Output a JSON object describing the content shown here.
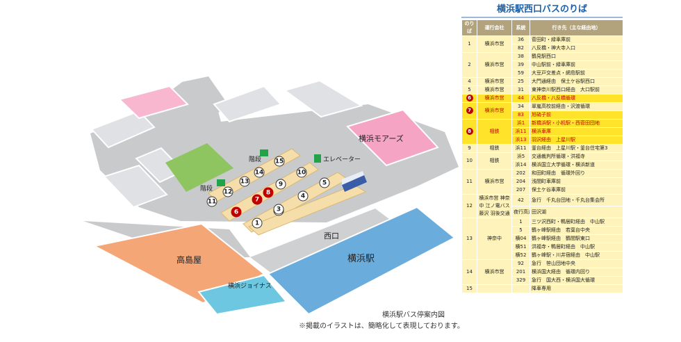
{
  "map": {
    "labels": {
      "moaazu": "横浜モアーズ",
      "elevator": "エレベーター",
      "stairs_a": "階段",
      "stairs_b": "階段",
      "nishiguchi": "西口",
      "takashimaya": "高島屋",
      "yokohama_station": "横浜駅",
      "joinus": "横浜ジョイナス"
    },
    "stops": [
      "1",
      "2",
      "3",
      "4",
      "5",
      "6",
      "7",
      "8",
      "9",
      "10",
      "11",
      "12",
      "13",
      "14",
      "15"
    ],
    "highlighted_stops": [
      "6",
      "7",
      "8"
    ]
  },
  "caption": {
    "line1": "横浜駅バス停案内図",
    "line2": "※掲載のイラストは、簡略化して表現しております。"
  },
  "panel": {
    "title": "横浜駅西口バスのりば",
    "headers": [
      "のりば",
      "運行会社",
      "系統",
      "行き先（主な経由地）"
    ],
    "groups": [
      {
        "berth": "1",
        "operator": "横浜市営",
        "highlight": false,
        "rows": [
          [
            "36",
            "菅田町・緑車庫前"
          ],
          [
            "82",
            "八反橋・神大寺入口"
          ]
        ]
      },
      {
        "berth": "2",
        "operator": "横浜市営",
        "highlight": false,
        "rows": [
          [
            "38",
            "鶴見駅西口"
          ],
          [
            "39",
            "中山駅前・緑車庫前"
          ],
          [
            "59",
            "大豆戸交差点・網島駅前"
          ]
        ]
      },
      {
        "berth": "4",
        "operator": "横浜市営",
        "highlight": false,
        "rows": [
          [
            "25",
            "大門通経由　保土ケ谷駅西口"
          ]
        ]
      },
      {
        "berth": "5",
        "operator": "横浜市営",
        "highlight": false,
        "rows": [
          [
            "31",
            "東神奈川駅西口経由　大口駅前"
          ]
        ]
      },
      {
        "berth": "6",
        "operator": "横浜市営",
        "highlight": true,
        "rows": [
          [
            "44",
            "八反橋・八反橋循環"
          ]
        ]
      },
      {
        "berth": "7",
        "operator": "横浜市営",
        "highlight": true,
        "rows": [
          [
            "34",
            "翠嵐高校前経由・沢渡循環"
          ],
          [
            "83",
            "旭硝子前"
          ]
        ]
      },
      {
        "berth": "8",
        "operator": "相鉄",
        "highlight": true,
        "rows": [
          [
            "浜1",
            "新橋浜駅・小机駅・西菅田団地"
          ],
          [
            "浜11",
            "横浜車庫"
          ],
          [
            "浜13",
            "羽沢経由　上星川駅"
          ]
        ]
      },
      {
        "berth": "9",
        "operator": "相鉄",
        "highlight": false,
        "rows": [
          [
            "浜11",
            "釜台経由　上星川駅・釜台住宅第3"
          ]
        ]
      },
      {
        "berth": "10",
        "operator": "相鉄",
        "highlight": false,
        "rows": [
          [
            "浜5",
            "交通裁判所循環・洪福寺"
          ],
          [
            "浜14",
            "横浜国立大学循環・横浜新道"
          ]
        ]
      },
      {
        "berth": "11",
        "operator": "横浜市営",
        "highlight": false,
        "rows": [
          [
            "202",
            "和田町経由　循環外回り"
          ],
          [
            "204",
            "浅間町車庫前"
          ],
          [
            "207",
            "保土ケ谷車庫前"
          ]
        ]
      },
      {
        "berth": "12",
        "operator": "横浜市営 神奈中 江ノ電バス藤沢 羽後交通",
        "highlight": false,
        "rows": [
          [
            "42",
            "急行　千丸台団地・千丸台集会所"
          ],
          [
            "夜行高速",
            "田沢湖"
          ]
        ]
      },
      {
        "berth": "13",
        "operator": "神奈中",
        "highlight": false,
        "rows": [
          [
            "1",
            "三ツ沢西町・鴨居町経由　中山駅"
          ],
          [
            "5",
            "鶴ヶ峰駅経由　若葉台中央"
          ],
          [
            "横04",
            "鶴ヶ峰駅経由　鶴間駅東口"
          ],
          [
            "横51",
            "洪福寺・鴨居町経由　中山駅"
          ],
          [
            "横52",
            "鶴ヶ峰駅・川井宿経由　中山駅"
          ]
        ]
      },
      {
        "berth": "14",
        "operator": "横浜市営",
        "highlight": false,
        "rows": [
          [
            "92",
            "急行　笹山団地中央"
          ],
          [
            "201",
            "横浜国大経由　循環内回り"
          ],
          [
            "329",
            "急行　国大西・横浜国大循環"
          ]
        ]
      },
      {
        "berth": "15",
        "operator": "",
        "highlight": false,
        "rows": [
          [
            "",
            "降車専用"
          ]
        ]
      }
    ]
  }
}
